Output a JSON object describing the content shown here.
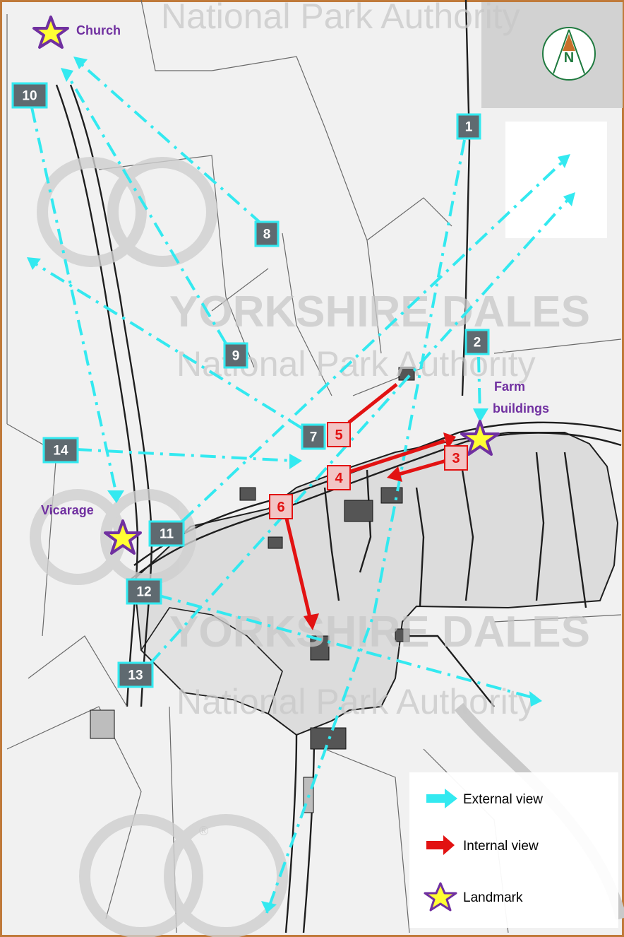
{
  "watermarks": {
    "org_line1": "YORKSHIRE DALES",
    "org_line2": "National Park Authority",
    "registered_mark": "®"
  },
  "compass": {
    "label": "N",
    "icon": "north-arrow-icon"
  },
  "colors": {
    "external": "#33e9f0",
    "internal": "#e21212",
    "landmark_fill": "#ffff33",
    "landmark_stroke": "#7030a0",
    "label_bg": "#5f6a70",
    "frame": "#c07a3a"
  },
  "landmarks": [
    {
      "id": "church",
      "name": "Church"
    },
    {
      "id": "farm",
      "name_line1": "Farm",
      "name_line2": "buildings"
    },
    {
      "id": "vicarage",
      "name": "Vicarage"
    }
  ],
  "external_views": [
    "1",
    "2",
    "7",
    "8",
    "9",
    "10",
    "11",
    "12",
    "13",
    "14"
  ],
  "internal_views": [
    "3",
    "4",
    "5",
    "6"
  ],
  "legend": {
    "external": "External view",
    "internal": "Internal view",
    "landmark": "Landmark"
  }
}
